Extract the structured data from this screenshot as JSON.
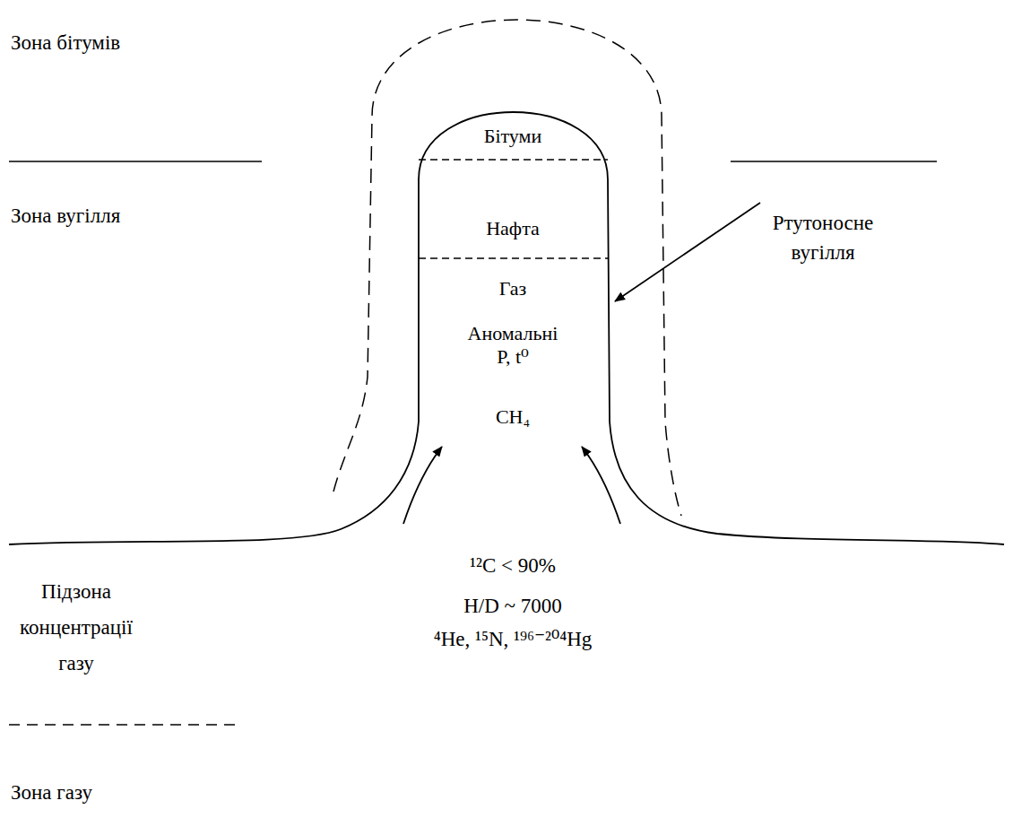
{
  "diagram": {
    "nodes": [
      {
        "text": [
          "Бітуми",
          "Нафта",
          "Газ",
          "Аномальні P, t⁰",
          "CH₄"
        ]
      }
    ],
    "labels": [
      "Зона бітумів",
      "Зона вугілля",
      "Ртутоносне вугілля",
      "¹²C < 90%",
      "H/D ~ 7000",
      "⁴He, ¹⁵N, ¹⁹⁶⁻²⁰⁴Hg",
      "Підзона концентрації газу",
      "Зона газу"
    ]
  }
}
